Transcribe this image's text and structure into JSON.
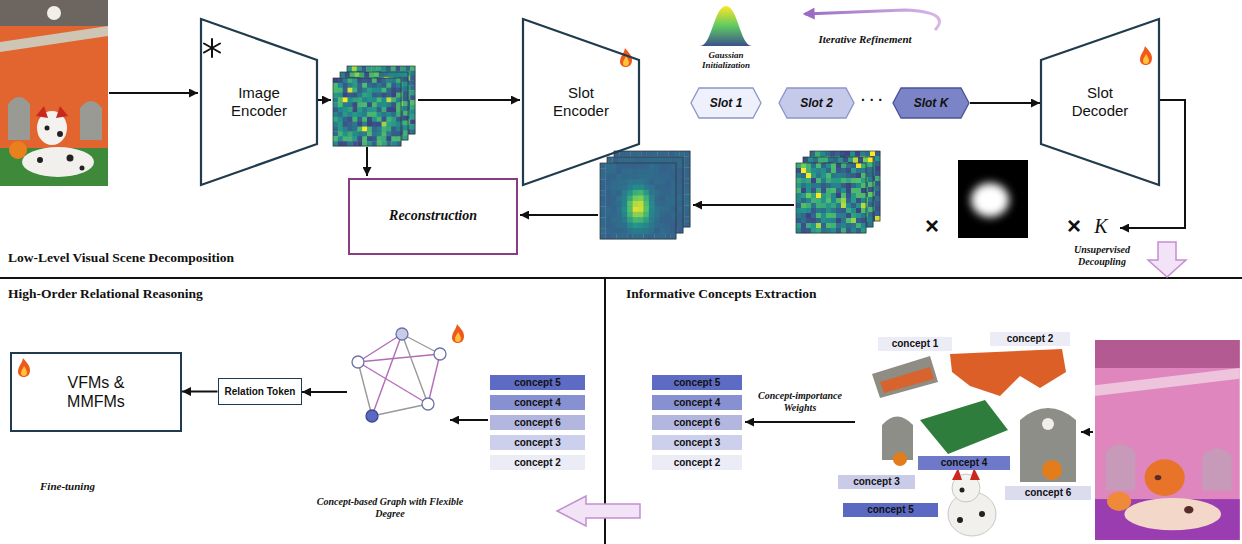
{
  "diagram": {
    "nodes": [
      {
        "text": [
          "Image Encoder"
        ]
      },
      {
        "text": [
          "Slot Encoder"
        ]
      },
      {
        "text": [
          "Slot 1"
        ]
      },
      {
        "text": [
          "Slot 2"
        ]
      },
      {
        "text": [
          "Slot K"
        ]
      },
      {
        "text": [
          "Slot Decoder"
        ]
      },
      {
        "text": [
          "Reconstruction"
        ]
      },
      {
        "text": [
          "VFMs & MMFMs"
        ]
      },
      {
        "text": [
          "Relation Token"
        ]
      },
      {
        "text": [
          "concept 5"
        ]
      },
      {
        "text": [
          "concept 4"
        ]
      },
      {
        "text": [
          "concept 6"
        ]
      },
      {
        "text": [
          "concept 3"
        ]
      },
      {
        "text": [
          "concept 2"
        ]
      },
      {
        "text": [
          "concept 5"
        ]
      },
      {
        "text": [
          "concept 4"
        ]
      },
      {
        "text": [
          "concept 6"
        ]
      },
      {
        "text": [
          "concept 3"
        ]
      },
      {
        "text": [
          "concept 2"
        ]
      },
      {
        "text": [
          "concept 1"
        ]
      },
      {
        "text": [
          "concept 2"
        ]
      },
      {
        "text": [
          "concept 4"
        ]
      },
      {
        "text": [
          "concept 3"
        ]
      },
      {
        "text": [
          "concept 6"
        ]
      },
      {
        "text": [
          "concept 5"
        ]
      }
    ],
    "edges": [
      {
        "from": 4,
        "to": 5,
        "arrow": "to"
      },
      {
        "from": 8,
        "to": 7,
        "arrow": "to"
      }
    ],
    "labels": [
      "Gaussian Initialization",
      "Iterative Refinement",
      "· · ·",
      "×",
      "×",
      "K",
      "Unsupervised Decoupling",
      "Low-Level Visual Scene Decomposition",
      "High-Order Relational Reasoning",
      "Informative Concepts Extraction",
      "Concept-importance Weights",
      "Fine-tuning",
      "Concept-based Graph with Flexible Degree"
    ]
  }
}
